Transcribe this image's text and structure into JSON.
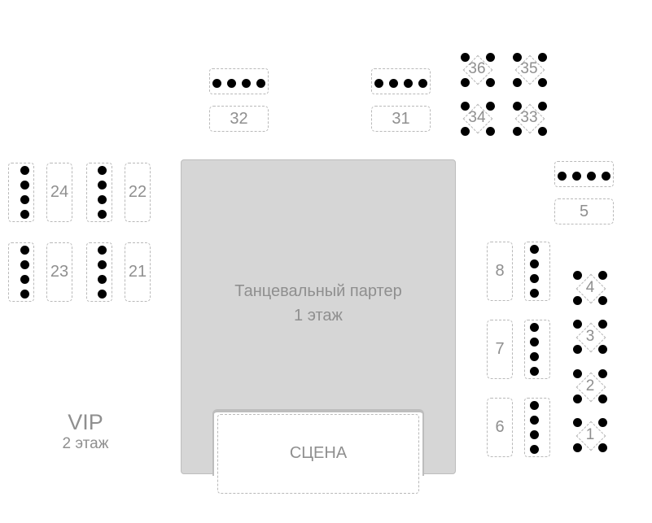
{
  "floor_title": "Танцевальный партер",
  "floor_subtitle": "1 этаж",
  "stage_label": "СЦЕНА",
  "vip_title": "VIP",
  "vip_subtitle": "2 этаж",
  "tables": {
    "t1": "1",
    "t2": "2",
    "t3": "3",
    "t4": "4",
    "t5": "5",
    "t6": "6",
    "t7": "7",
    "t8": "8",
    "t21": "21",
    "t22": "22",
    "t23": "23",
    "t24": "24",
    "t31": "31",
    "t32": "32",
    "t33": "33",
    "t34": "34",
    "t35": "35",
    "t36": "36"
  }
}
